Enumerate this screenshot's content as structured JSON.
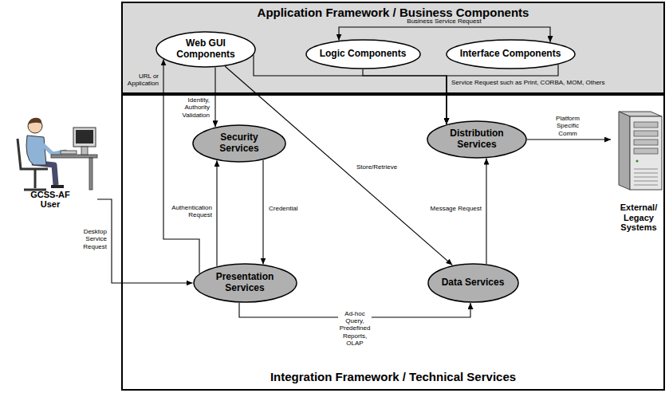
{
  "diagram": {
    "nodes": [
      {
        "text": [
          "Application Framework / Business Components"
        ]
      },
      {
        "text": [
          "Web GUI Components"
        ],
        "in": 0
      },
      {
        "text": [
          "Logic Components"
        ],
        "in": 0
      },
      {
        "text": [
          "Interface Components"
        ],
        "in": 0
      },
      {
        "text": [
          "GCSS-AF User"
        ]
      },
      {
        "text": [
          "Integration Framework / Technical Services"
        ]
      },
      {
        "text": [
          "Security Services"
        ],
        "in": 5
      },
      {
        "text": [
          "Distribution Services"
        ],
        "in": 5
      },
      {
        "text": [
          "Presentation Services"
        ],
        "in": 5
      },
      {
        "text": [
          "Data Services"
        ],
        "in": 5
      },
      {
        "text": [
          "External/ Legacy Systems"
        ]
      }
    ],
    "edges": [
      {
        "from": 2,
        "to": 3,
        "label": "Business Service Request",
        "arrow": "both"
      },
      {
        "from": 1,
        "to": 6,
        "label": "Identity, Authority Validation",
        "arrow": "to"
      },
      {
        "from": 8,
        "to": 1,
        "label": "URL or Application",
        "arrow": "to"
      },
      {
        "from": 1,
        "to": 9,
        "label": "Store/Retrieve",
        "arrow": "to"
      },
      {
        "from": 1,
        "to": 7,
        "label": "Service Request such as Print, CORBA, MOM, Others",
        "arrow": "to"
      },
      {
        "from": 2,
        "to": 7,
        "arrow": "to"
      },
      {
        "from": 3,
        "to": 7,
        "arrow": "to"
      },
      {
        "from": 4,
        "to": 8,
        "label": "Desktop Service Request",
        "arrow": "to"
      },
      {
        "from": 8,
        "to": 6,
        "label": "Authentication Request",
        "arrow": "to"
      },
      {
        "from": 6,
        "to": 8,
        "label": "Credential",
        "arrow": "to"
      },
      {
        "from": 8,
        "to": 9,
        "label": "Ad-hoc Query, Predefined Reports, OLAP",
        "arrow": "to"
      },
      {
        "from": 9,
        "to": 7,
        "label": "Message Request",
        "arrow": "to"
      },
      {
        "from": 7,
        "to": 10,
        "label": "Platform Specific Comm",
        "arrow": "to"
      }
    ]
  }
}
